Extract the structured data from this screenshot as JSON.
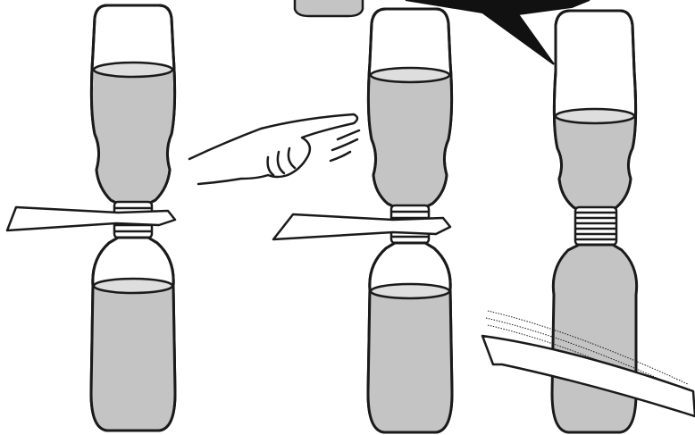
{
  "illustration": {
    "panels": [
      {
        "id": "panel-1",
        "description_state": "two-bottles-joined-hand-not-yet-flicking"
      },
      {
        "id": "panel-2",
        "description_state": "finger-flick-strip"
      },
      {
        "id": "panel-3",
        "description_state": "strip-pulled-water-stays-in-top-bottle"
      }
    ]
  },
  "colors": {
    "outline": "#1a1a1a",
    "water": "#c4c4c4",
    "water_surface": "#dedede",
    "bottle_glass": "#ffffff",
    "strip": "#ffffff",
    "speech_bubble": "#111111"
  }
}
